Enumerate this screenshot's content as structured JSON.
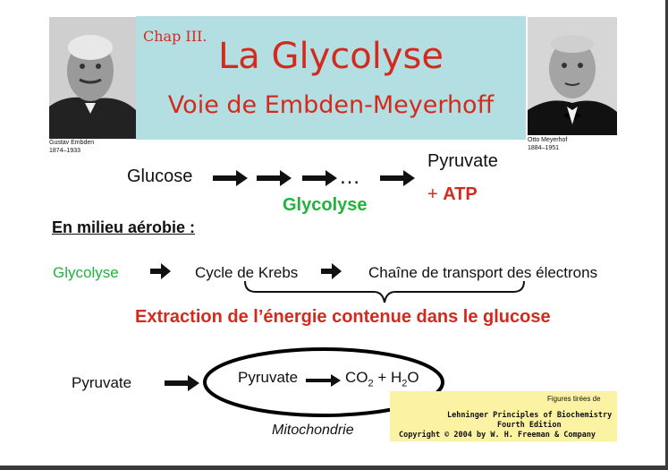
{
  "header": {
    "chapter": "Chap III.",
    "title": "La Glycolyse",
    "subtitle": "Voie de Embden-Meyerhoff"
  },
  "portraits": {
    "left_caption_name": "Gustav Embden",
    "left_caption_years": "1874–1933",
    "right_caption_name": "Otto Meyerhof",
    "right_caption_years": "1884–1951"
  },
  "pathway": {
    "glucose": "Glucose",
    "dots": "…",
    "pyruvate": "Pyruvate",
    "glycolyse_label": "Glycolyse",
    "plus": "+",
    "atp": "ATP"
  },
  "aerobic": {
    "heading": "En milieu aérobie :",
    "step1": "Glycolyse",
    "step2": "Cycle de Krebs",
    "step3": "Chaîne de transport des électrons",
    "extraction": "Extraction de l’énergie contenue dans le glucose"
  },
  "mito": {
    "pyruvate_outside": "Pyruvate",
    "pyruvate_inside": "Pyruvate",
    "co2": "CO",
    "co2_sub": "2",
    "plus_h": "+ H",
    "h2o_sub": "2",
    "o": "O",
    "label": "Mitochondrie"
  },
  "credit": {
    "small": "Figures tirées de",
    "line1": "Lehninger Principles of Biochemistry",
    "line2": "Fourth Edition",
    "line3": "Copyright © 2004 by W. H. Freeman & Company"
  },
  "colors": {
    "title_red": "#d42a1e",
    "green": "#21b33c",
    "band": "#b3dfe3",
    "credit_bg": "#fbf3a3"
  }
}
